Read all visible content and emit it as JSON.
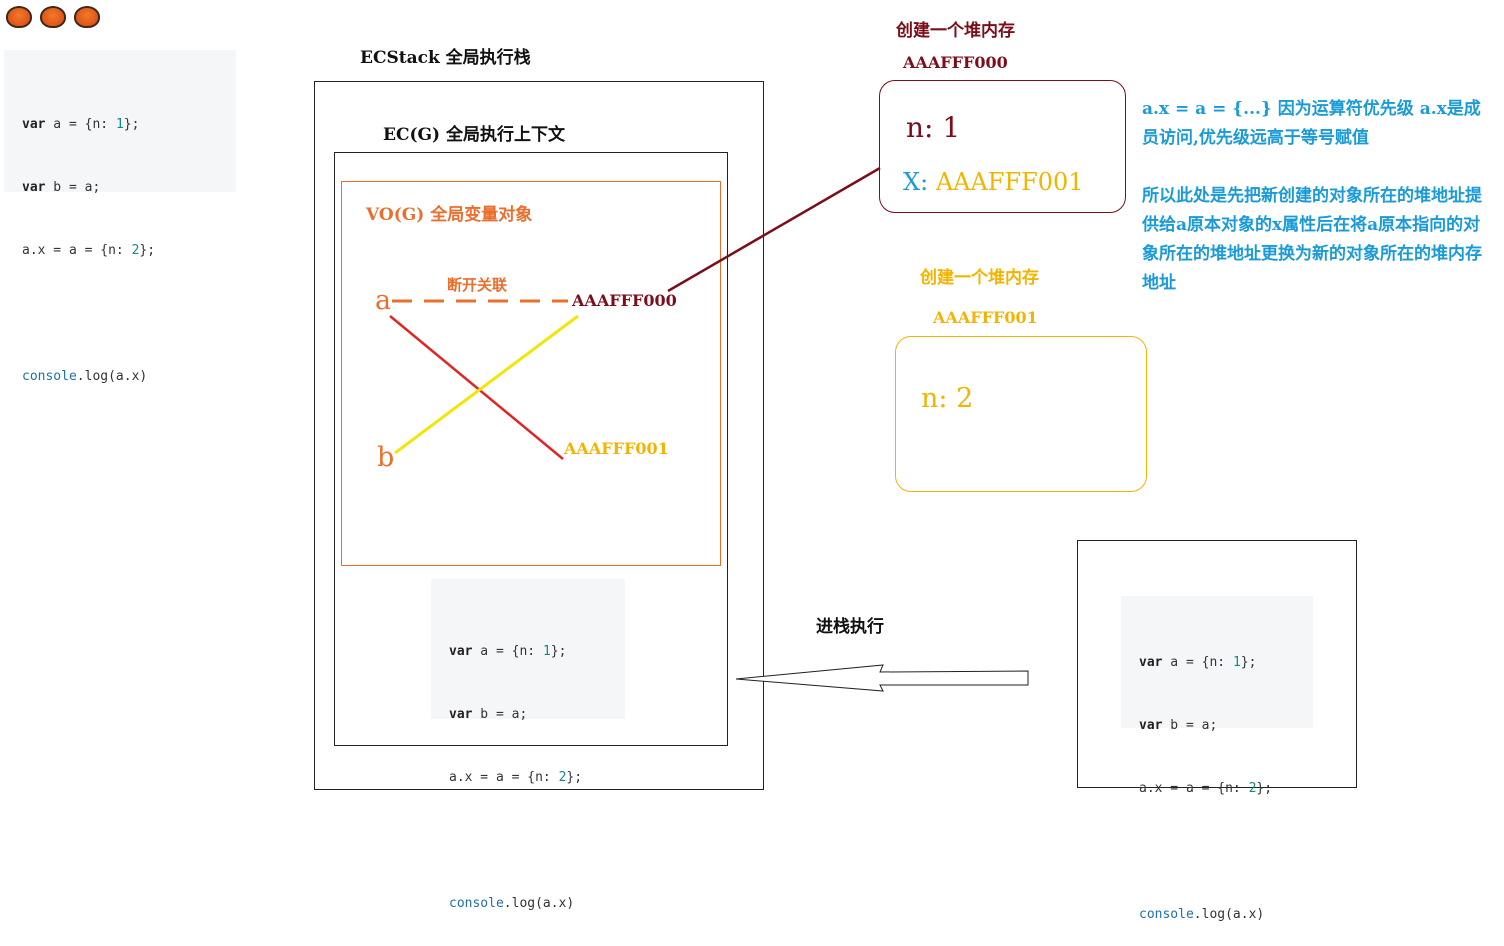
{
  "code_lines": [
    "var a = {n: 1};",
    "var b = a;",
    "a.x = a = {n: 2};",
    "",
    "console.log(a.x)"
  ],
  "ecstack_title": "ECStack 全局执行栈",
  "ec_title": "EC(G) 全局执行上下文",
  "vo_title": "VO(G) 全局变量对象",
  "var_a": "a",
  "var_b": "b",
  "disconnect_label": "断开关联",
  "addr_000": "AAAFFF000",
  "addr_001": "AAAFFF001",
  "heap1": {
    "create_label": "创建一个堆内存",
    "address": "AAAFFF000",
    "prop_n_key": "n:",
    "prop_n_val": "1",
    "prop_x_key": "X:",
    "prop_x_val": "AAAFFF001"
  },
  "heap2": {
    "create_label": "创建一个堆内存",
    "address": "AAAFFF001",
    "prop_n": "n: 2"
  },
  "push_label": "进栈执行",
  "note_paragraph1": "a.x = a = {...} 因为运算符优先级 a.x是成员访问,优先级远高于等号赋值",
  "note_paragraph2": "所以此处是先把新创建的对象所在的堆地址提供给a原本对象的x属性后在将a原本指向的对象所在的堆地址更换为新的对象所在的堆内存地址",
  "colors": {
    "heap1": "#7a0e1a",
    "heap2": "#f2b400",
    "note": "#1a9bd7",
    "vo": "#e96f2c",
    "line_red": "#e02525",
    "line_yellow": "#f5e40a"
  }
}
